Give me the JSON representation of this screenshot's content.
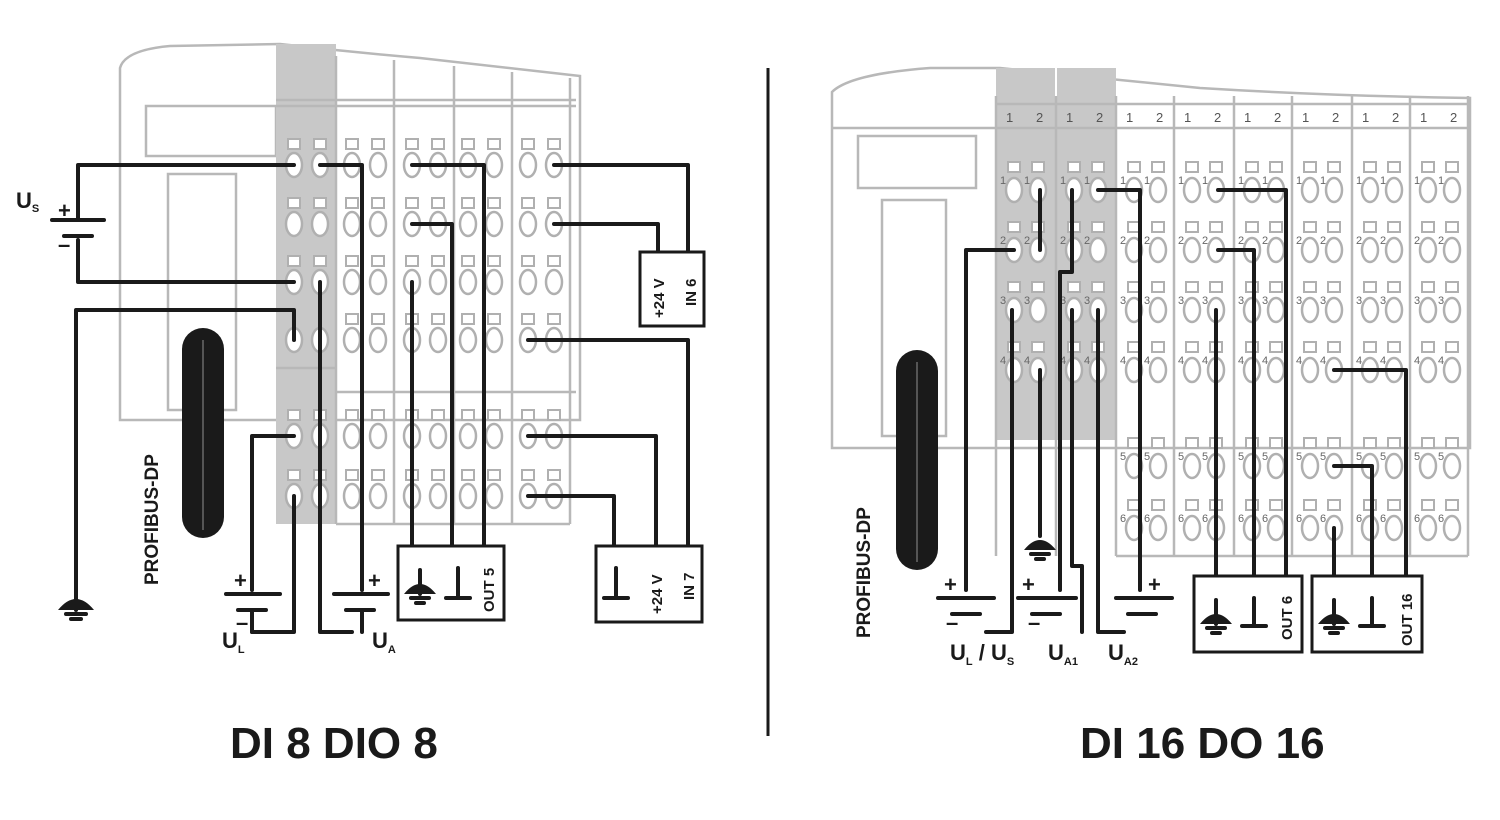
{
  "left_module": {
    "title": "DI 8 DIO 8",
    "cable_label": "PROFIBUS-DP",
    "supply_us": {
      "main": "U",
      "sub": "S"
    },
    "supply_ul": {
      "main": "U",
      "sub": "L"
    },
    "supply_ua": {
      "main": "U",
      "sub": "A"
    },
    "plus": "+",
    "minus": "–",
    "load_in6": {
      "line1": "+24 V",
      "line2": "IN 6"
    },
    "load_out5": {
      "label": "OUT 5"
    },
    "load_in7": {
      "line1": "+24 V",
      "line2": "IN 7"
    }
  },
  "right_module": {
    "title": "DI 16 DO 16",
    "cable_label": "PROFIBUS-DP",
    "supply_ul_us": {
      "m1": "U",
      "s1": "L",
      "sep": " / ",
      "m2": "U",
      "s2": "S"
    },
    "supply_ua1": {
      "main": "U",
      "sub": "A1"
    },
    "supply_ua2": {
      "main": "U",
      "sub": "A2"
    },
    "plus": "+",
    "minus": "–",
    "load_out6": {
      "label": "OUT 6"
    },
    "load_out16": {
      "label": "OUT 16"
    },
    "slot_numbers": [
      "1",
      "2"
    ],
    "row_numbers": [
      "1",
      "2",
      "3",
      "4",
      "5",
      "6"
    ]
  },
  "icons": [
    "ground-icon",
    "battery-icon",
    "terminal-icon"
  ]
}
